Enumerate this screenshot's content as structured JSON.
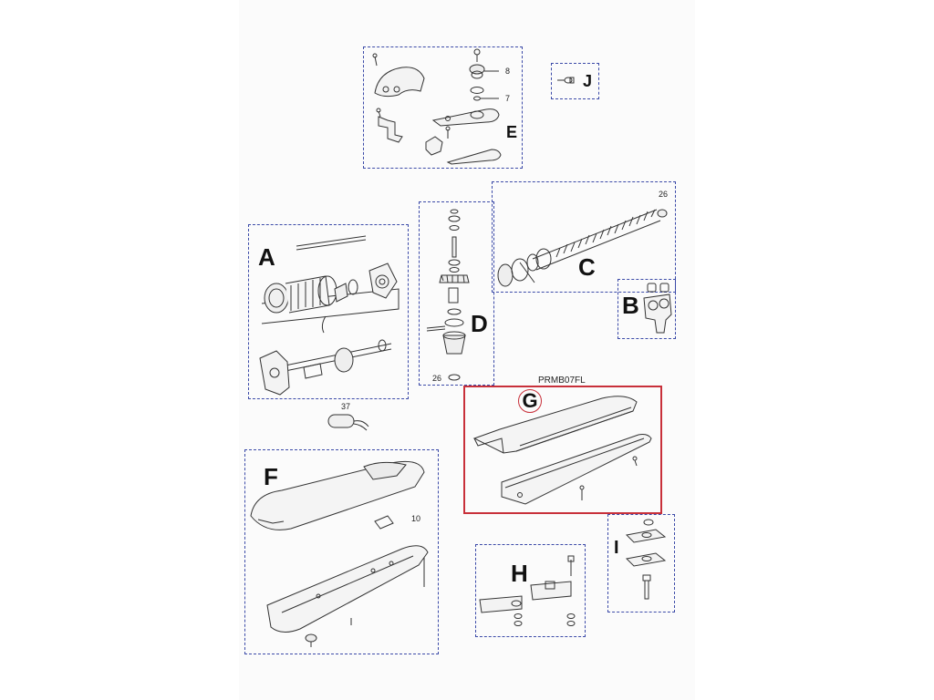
{
  "diagram": {
    "groups": [
      {
        "id": "A",
        "label": "A"
      },
      {
        "id": "B",
        "label": "B"
      },
      {
        "id": "C",
        "label": "C",
        "callouts": [
          "26"
        ]
      },
      {
        "id": "D",
        "label": "D",
        "callouts": [
          "26"
        ]
      },
      {
        "id": "E",
        "label": "E",
        "callouts": [
          "8",
          "7"
        ]
      },
      {
        "id": "F",
        "label": "F",
        "callouts": [
          "10"
        ]
      },
      {
        "id": "G",
        "label": "G",
        "highlighted": true,
        "ref_code": "PRMB07FL"
      },
      {
        "id": "H",
        "label": "H"
      },
      {
        "id": "I",
        "label": "I"
      },
      {
        "id": "J",
        "label": "J"
      }
    ],
    "loose_parts": [
      {
        "callout": "37"
      }
    ],
    "colors": {
      "group_border": "#3b4aa8",
      "highlight": "#c8303a"
    }
  }
}
